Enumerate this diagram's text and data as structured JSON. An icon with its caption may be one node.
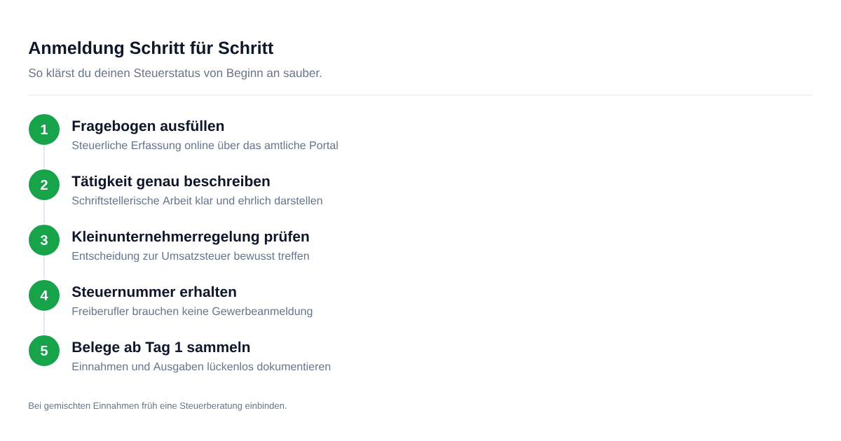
{
  "diagram": {
    "title": "Anmeldung Schritt für Schritt",
    "nodes": [
      {
        "text": [
          "1"
        ],
        "beside": [
          "Fragebogen ausfüllen",
          "Steuerliche Erfassung online über das amtliche Portal"
        ]
      },
      {
        "text": [
          "2"
        ],
        "beside": [
          "Tätigkeit genau beschreiben",
          "Schriftstellerische Arbeit klar und ehrlich darstellen"
        ]
      },
      {
        "text": [
          "3"
        ],
        "beside": [
          "Kleinunternehmerregelung prüfen",
          "Entscheidung zur Umsatzsteuer bewusst treffen"
        ]
      },
      {
        "text": [
          "4"
        ],
        "beside": [
          "Steuernummer erhalten",
          "Freiberufler brauchen keine Gewerbeanmeldung"
        ]
      },
      {
        "text": [
          "5"
        ],
        "beside": [
          "Belege ab Tag 1 sammeln",
          "Einnahmen und Ausgaben lückenlos dokumentieren"
        ]
      }
    ],
    "edges": [
      {
        "from": 0,
        "to": 1,
        "arrow": "none"
      },
      {
        "from": 1,
        "to": 2,
        "arrow": "none"
      },
      {
        "from": 2,
        "to": 3,
        "arrow": "none"
      },
      {
        "from": 3,
        "to": 4,
        "arrow": "none"
      }
    ],
    "labels": [
      "So klärst du deinen Steuerstatus von Beginn an sauber.",
      "Bei gemischten Einnahmen früh eine Steuerberatung einbinden."
    ]
  }
}
